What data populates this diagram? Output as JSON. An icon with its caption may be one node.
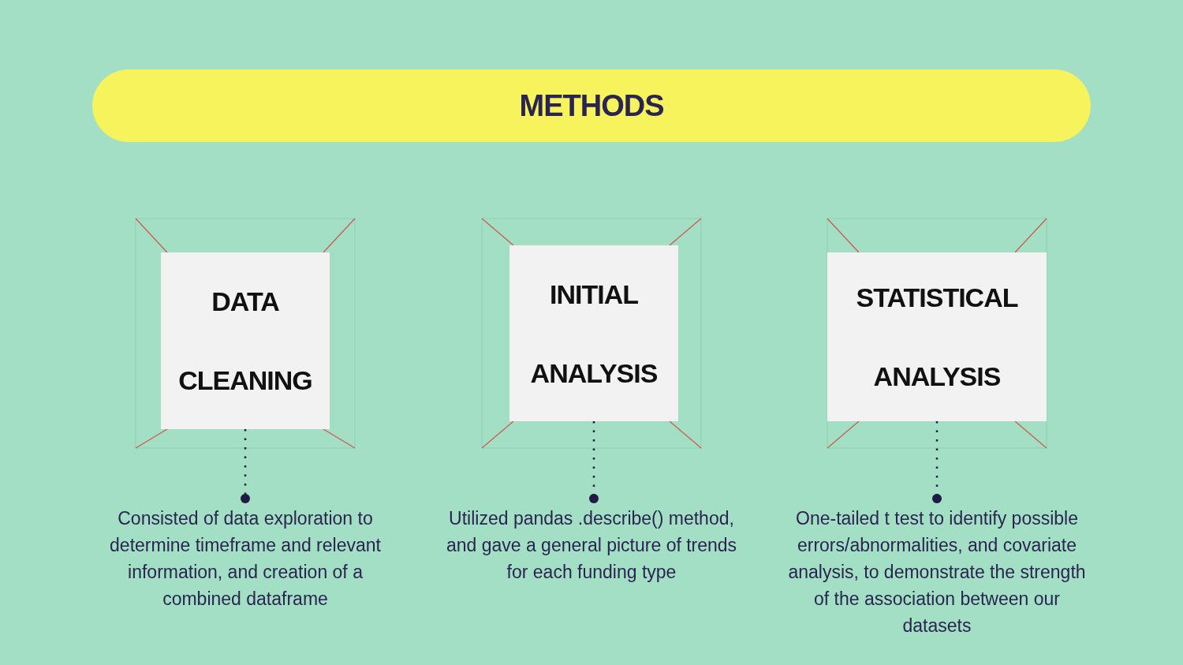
{
  "diagram": {
    "nodes": [
      {
        "text": [
          "METHODS"
        ]
      },
      {
        "text": [
          "DATA CLEANING"
        ]
      },
      {
        "text": [
          "Consisted of data exploration to determine timeframe and relevant information, and creation of a combined dataframe"
        ]
      },
      {
        "text": [
          "INITIAL ANALYSIS"
        ]
      },
      {
        "text": [
          "Utilized pandas .describe() method, and gave a general picture of trends for each funding type"
        ]
      },
      {
        "text": [
          "STATISTICAL ANALYSIS"
        ]
      },
      {
        "text": [
          "One-tailed t test to identify possible errors/abnormalities, and covariate analysis, to demonstrate the strength of the association between our datasets"
        ]
      }
    ],
    "edges": [
      {
        "from": 1,
        "to": 2,
        "arrow": "other",
        "style": "dashed"
      },
      {
        "from": 3,
        "to": 4,
        "arrow": "other",
        "style": "dashed"
      },
      {
        "from": 5,
        "to": 6,
        "arrow": "other",
        "style": "dashed"
      }
    ]
  }
}
